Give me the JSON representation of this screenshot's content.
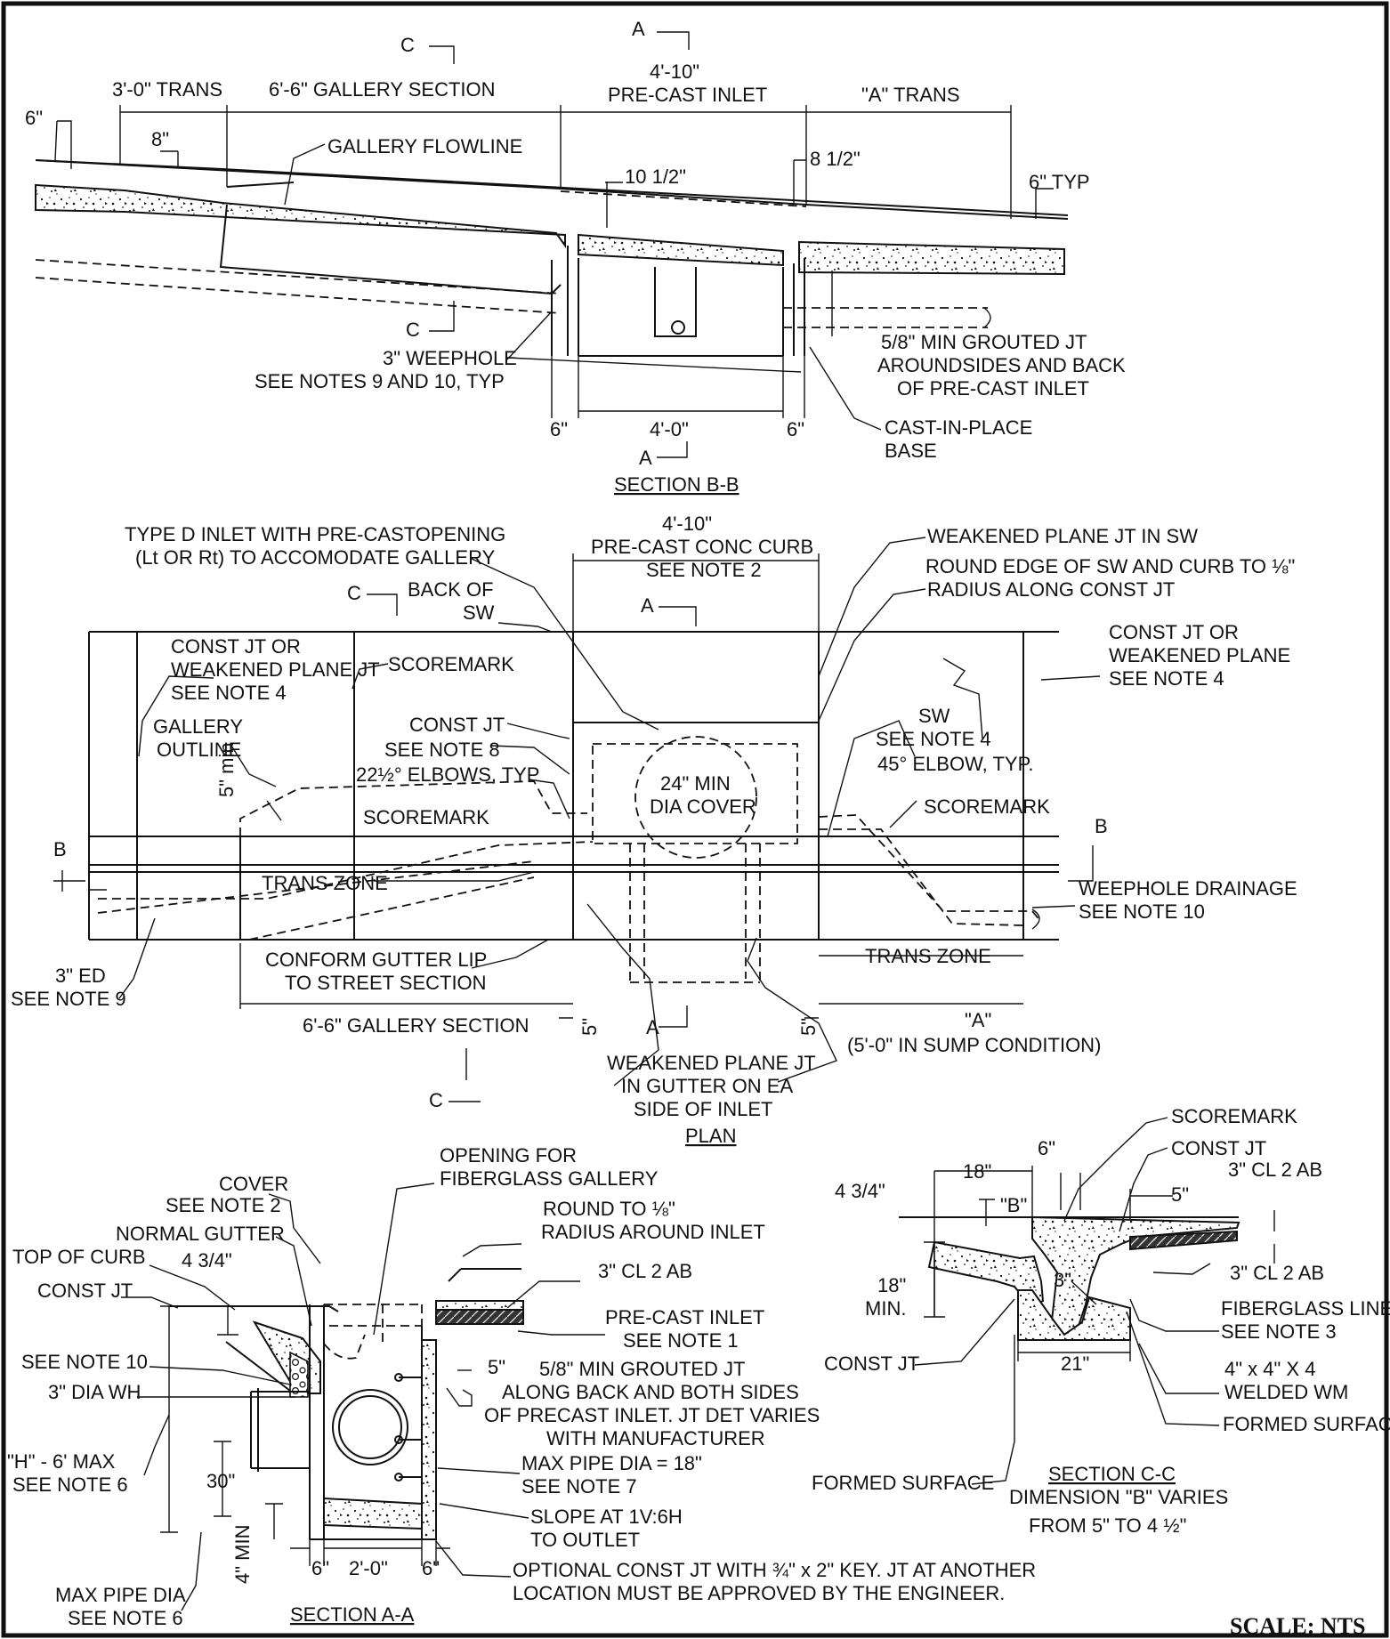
{
  "border": {
    "stroke": "#111111"
  },
  "section_bb": {
    "title": "SECTION B-B",
    "dims": {
      "d6": "6\"",
      "trans": "3'-0\" TRANS",
      "d8": "8\"",
      "gallery": "6'-6\" GALLERY SECTION",
      "inlet_w": "4'-10\"",
      "inlet": "PRE-CAST INLET",
      "a_trans": "\"A\" TRANS",
      "d10": "10 1/2\"",
      "d8h": "8 1/2\"",
      "typ": "6\" TYP",
      "b6l": "6\"",
      "b40": "4'-0\"",
      "b6r": "6\""
    },
    "labels": {
      "flowline": "GALLERY FLOWLINE",
      "weep1": "3\" WEEPHOLE",
      "weep2": "SEE NOTES 9 AND 10, TYP",
      "grout1": "5/8\" MIN GROUTED JT",
      "grout2": "AROUNDSIDES AND BACK",
      "grout3": "OF PRE-CAST INLET",
      "cip1": "CAST-IN-PLACE",
      "cip2": "BASE"
    },
    "cuts": {
      "c_top": "C",
      "a_top": "A",
      "c_bot": "C",
      "a_bot": "A"
    }
  },
  "plan": {
    "title": "PLAN",
    "labels": {
      "typed1": "TYPE D INLET WITH PRE-CASTOPENING",
      "typed2": "(Lt OR Rt) TO ACCOMODATE GALLERY",
      "curb1": "4'-10\"",
      "curb2": "PRE-CAST CONC CURB",
      "curb3": "SEE NOTE 2",
      "wp1": "WEAKENED PLANE JT IN SW",
      "round1": "ROUND EDGE OF SW AND CURB TO ⅛\"",
      "round2": "RADIUS ALONG CONST JT",
      "backsw1": "BACK OF",
      "backsw2": "SW",
      "cj1": "CONST JT OR",
      "cj2": "WEAKENED PLANE JT",
      "cj3": "SEE NOTE 4",
      "score1": "SCOREMARK",
      "cjr1": "CONST JT OR",
      "cjr2": "WEAKENED PLANE",
      "cjr3": "SEE NOTE 4",
      "gal1": "GALLERY",
      "gal2": "OUTLINE",
      "const1": "CONST JT",
      "const2": "SEE NOTE 8",
      "elb1": "22½° ELBOWS, TYP",
      "cov1": "24\" MIN",
      "cov2": "DIA COVER",
      "sw1": "SW",
      "sw2": "SEE NOTE 4",
      "elb2": "45° ELBOW, TYP.",
      "score2": "SCOREMARK",
      "score3": "SCOREMARK",
      "min5": "5\" min",
      "tz1": "TRANS ZONE",
      "tz2": "TRANS ZONE",
      "wd1": "WEEPHOLE DRAINAGE",
      "wd2": "SEE NOTE 10",
      "ed1": "3\" ED",
      "ed2": "SEE NOTE 9",
      "cg1": "CONFORM GUTTER LIP",
      "cg2": "TO STREET SECTION",
      "gs": "6'-6\" GALLERY SECTION",
      "p5l": "5\"",
      "p5r": "5\"",
      "a1": "\"A\"",
      "a2": "(5'-0\" IN SUMP CONDITION)",
      "wpg1": "WEAKENED PLANE JT",
      "wpg2": "IN GUTTER ON EA",
      "wpg3": "SIDE OF INLET"
    },
    "cuts": {
      "c_top": "C",
      "a_top": "A",
      "b_left": "B",
      "b_right": "B",
      "a_bot": "A",
      "c_bot": "C"
    }
  },
  "section_aa": {
    "title": "SECTION A-A",
    "labels": {
      "cover1": "COVER",
      "cover2": "SEE NOTE 2",
      "open1": "OPENING FOR",
      "open2": "FIBERGLASS GALLERY",
      "ng": "NORMAL GUTTER",
      "round1": "ROUND TO ⅛\"",
      "round2": "RADIUS AROUND INLET",
      "toc": "TOP OF CURB",
      "d434": "4 3/4\"",
      "cj": "CONST JT",
      "ab": "3\" CL 2 AB",
      "pci1": "PRE-CAST INLET",
      "pci2": "SEE NOTE 1",
      "sn10": "SEE NOTE 10",
      "d5": "5\"",
      "gr1": "5/8\" MIN GROUTED JT",
      "gr2": "ALONG BACK AND BOTH SIDES",
      "gr3": "OF PRECAST INLET. JT DET VARIES",
      "gr4": "WITH MANUFACTURER",
      "wh": "3\" DIA WH",
      "mp1": "MAX PIPE DIA = 18\"",
      "mp2": "SEE NOTE 7",
      "h1": "\"H\" - 6' MAX",
      "h2": "SEE NOTE 6",
      "d30": "30\"",
      "sl1": "SLOPE AT 1V:6H",
      "sl2": "TO OUTLET",
      "min4": "4\" MIN",
      "opt1": "OPTIONAL CONST JT WITH ¾\" x 2\" KEY. JT AT ANOTHER",
      "opt2": "LOCATION MUST BE APPROVED BY THE ENGINEER.",
      "b6l": "6\"",
      "b20": "2'-0\"",
      "b6r": "6\"",
      "mpd1": "MAX PIPE DIA",
      "mpd2": "SEE NOTE 6"
    }
  },
  "section_cc": {
    "title": "SECTION C-C",
    "sub1": "DIMENSION \"B\" VARIES",
    "sub2": "FROM 5\" TO 4 ½\"",
    "labels": {
      "score": "SCOREMARK",
      "d6": "6\"",
      "cj": "CONST JT",
      "d18": "18\"",
      "ab1": "3\" CL 2 AB",
      "d434": "4 3/4\"",
      "b": "\"B\"",
      "d5": "5\"",
      "m18a": "18\"",
      "m18b": "MIN.",
      "ab2": "3\" CL 2 AB",
      "d3": "3\"",
      "fl1": "FIBERGLASS LINER",
      "fl2": "SEE NOTE 3",
      "cj2": "CONST JT",
      "d21": "21\"",
      "wm1": "4\" x 4\" X 4",
      "wm2": "WELDED WM",
      "fs1": "FORMED SURFACE",
      "fs2": "FORMED SURFACE"
    }
  },
  "scale": "SCALE: NTS"
}
